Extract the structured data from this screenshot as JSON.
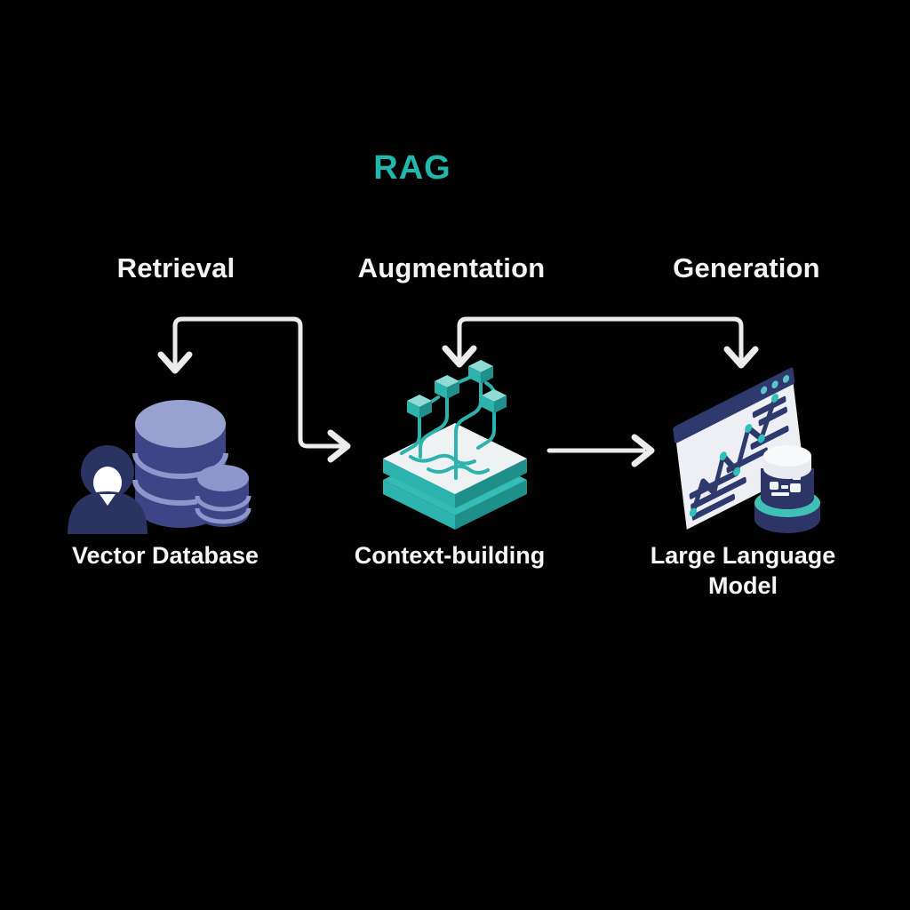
{
  "title": "RAG",
  "columns": [
    {
      "header": "Retrieval",
      "caption": "Vector Database",
      "icon": "vector-database-icon"
    },
    {
      "header": "Augmentation",
      "caption": "Context-building",
      "icon": "context-building-icon"
    },
    {
      "header": "Generation",
      "caption": "Large Language Model",
      "icon": "large-language-model-icon"
    }
  ],
  "colors": {
    "background": "#020202",
    "title_accent": "#1fb8ac",
    "header_text": "#f4f4f4",
    "caption_text": "#f6f6f6",
    "arrow": "#ececec",
    "teal": "#2db3ad",
    "teal_dark": "#1f8f8b",
    "teal_light": "#8fdbd6",
    "navy": "#2d3566",
    "indigo": "#3d4586",
    "periwinkle": "#98a1d0",
    "surface_white": "#edeff4"
  }
}
